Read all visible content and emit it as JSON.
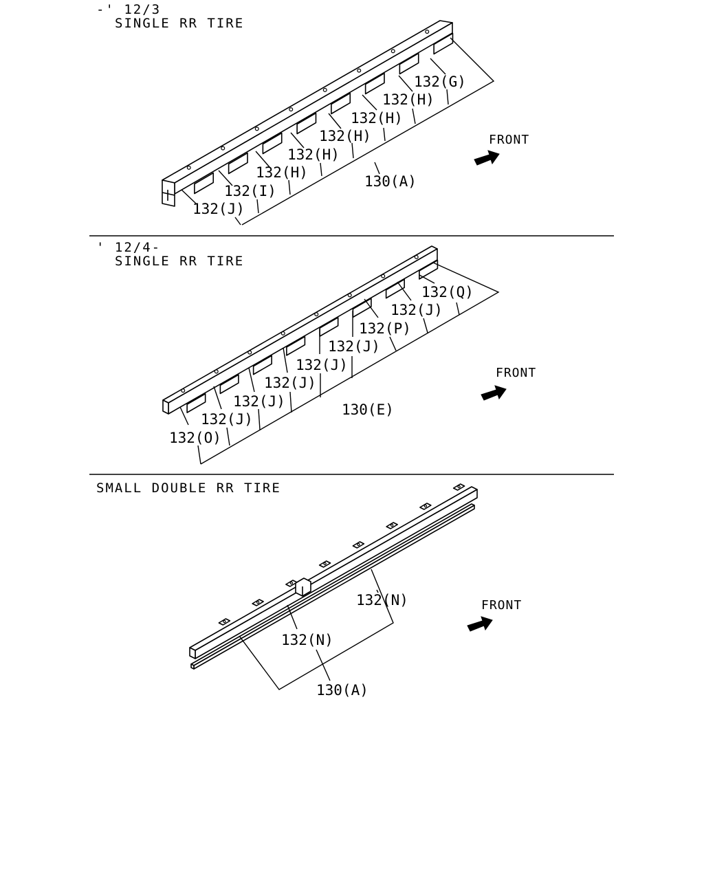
{
  "sections": [
    {
      "header_line1": "-' 12/3",
      "header_line2": "SINGLE RR TIRE",
      "front_label": "FRONT",
      "parts": [
        "132(G)",
        "132(H)",
        "132(H)",
        "132(H)",
        "132(H)",
        "132(H)",
        "132(I)",
        "132(J)"
      ],
      "assembly": "130(A)"
    },
    {
      "header_line1": "' 12/4-",
      "header_line2": "SINGLE RR TIRE",
      "front_label": "FRONT",
      "parts": [
        "132(Q)",
        "132(J)",
        "132(P)",
        "132(J)",
        "132(J)",
        "132(J)",
        "132(J)",
        "132(J)",
        "132(O)"
      ],
      "assembly": "130(E)"
    },
    {
      "header_line1": "SMALL DOUBLE RR TIRE",
      "front_label": "FRONT",
      "parts": [
        "132(N)",
        "132(N)"
      ],
      "assembly": "130(A)"
    }
  ],
  "icons": {
    "front_arrow": "front-arrow-icon"
  }
}
